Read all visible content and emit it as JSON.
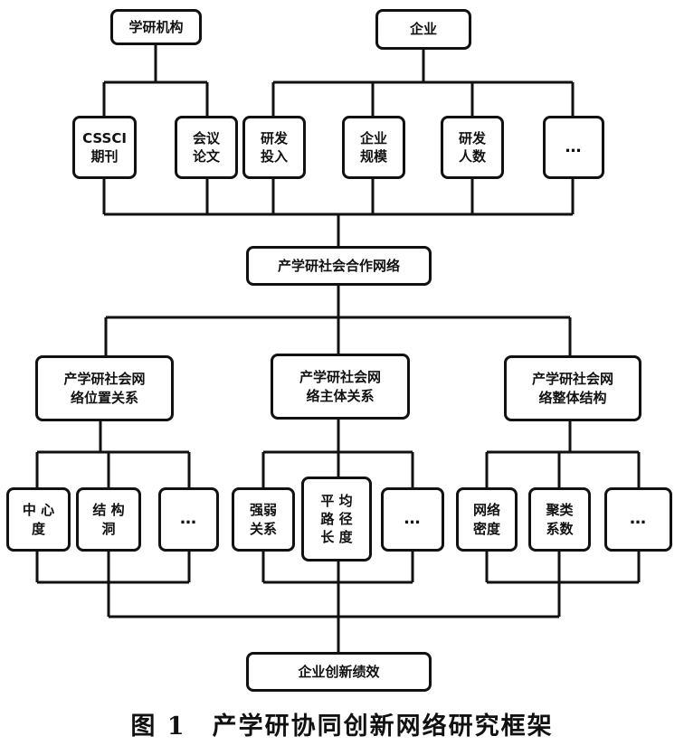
{
  "nodes": {
    "academic": "学研机构",
    "enterprise": "企业",
    "cssci": "CSSCI\n期刊",
    "conference": "会议\n论文",
    "rd_input": "研发\n投入",
    "scale": "企业\n规模",
    "rd_staff": "研发\n人数",
    "more_top": "…",
    "network": "产学研社会合作网络",
    "position": "产学研社会网\n络位置关系",
    "subject": "产学研社会网\n络主体关系",
    "overall": "产学研社会网\n络整体结构",
    "centrality": "中 心\n度",
    "structural_hole": "结 构\n洞",
    "more_1": "…",
    "tie_strength": "强弱\n关系",
    "path_length": "平 均\n路 径\n长 度",
    "more_2": "…",
    "density": "网络\n密度",
    "clustering": "聚类\n系数",
    "more_3": "…",
    "performance": "企业创新绩效"
  },
  "caption": "图 1　产学研协同创新网络研究框架"
}
